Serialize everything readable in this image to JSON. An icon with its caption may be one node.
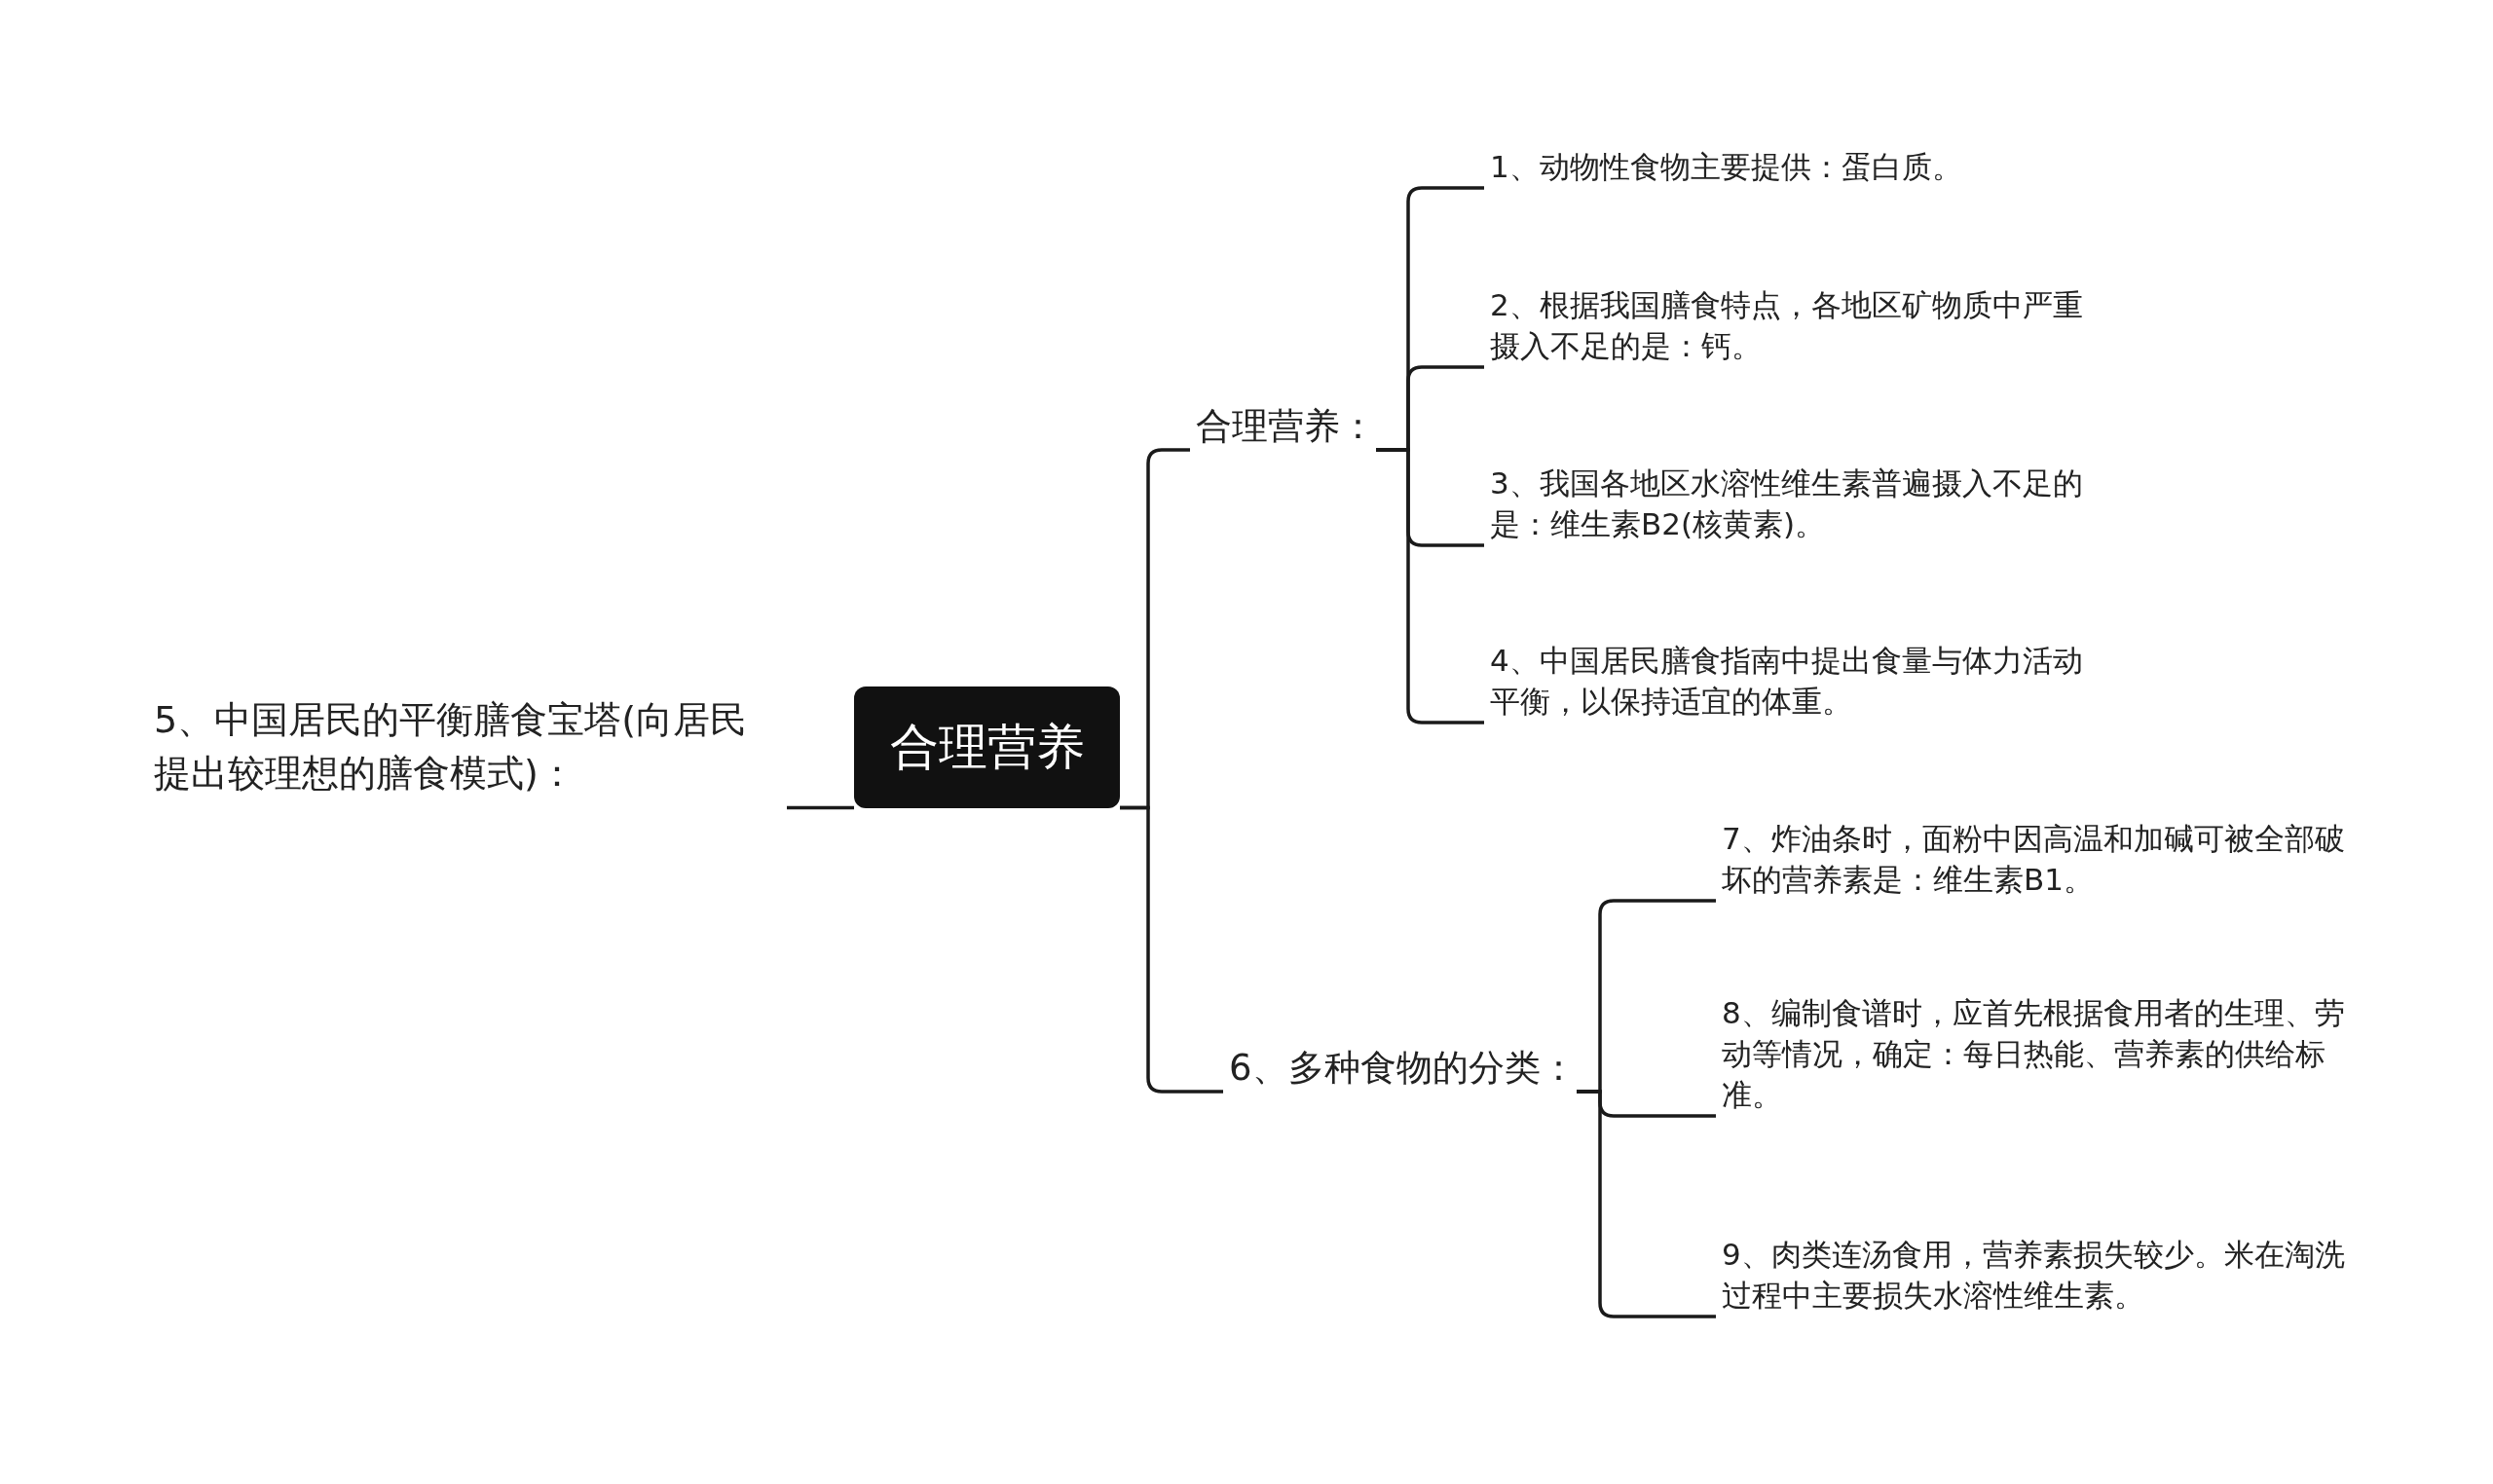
{
  "diagram": {
    "nodes": [
      {
        "text": [
          "合理营养"
        ]
      },
      {
        "text": [
          "合理营养："
        ]
      },
      {
        "text": [
          "1、动物性食物主要提供：蛋白质。"
        ]
      },
      {
        "text": [
          "2、根据我国膳食特点，各地区矿物质中严重摄入不足的是：钙。"
        ]
      },
      {
        "text": [
          "3、我国各地区水溶性维生素普遍摄入不足的是：维生素B2(核黄素)。"
        ]
      },
      {
        "text": [
          "4、中国居民膳食指南中提出食量与体力活动平衡，以保持适宜的体重。"
        ]
      },
      {
        "text": [
          "6、多种食物的分类："
        ]
      },
      {
        "text": [
          "7、炸油条时，面粉中因高温和加碱可被全部破坏的营养素是：维生素B1。"
        ]
      },
      {
        "text": [
          "8、编制食谱时，应首先根据食用者的生理、劳动等情况，确定：每日热能、营养素的供给标准。"
        ]
      },
      {
        "text": [
          "9、肉类连汤食用，营养素损失较少。米在淘洗过程中主要损失水溶性维生素。"
        ]
      },
      {
        "text": [
          "5、中国居民的平衡膳食宝塔(向居民提出较理想的膳食模式)："
        ]
      }
    ],
    "edges": [
      {
        "from": 0,
        "to": 1,
        "arrow": "none"
      },
      {
        "from": 1,
        "to": 2,
        "arrow": "none"
      },
      {
        "from": 1,
        "to": 3,
        "arrow": "none"
      },
      {
        "from": 1,
        "to": 4,
        "arrow": "none"
      },
      {
        "from": 1,
        "to": 5,
        "arrow": "none"
      },
      {
        "from": 0,
        "to": 6,
        "arrow": "none"
      },
      {
        "from": 6,
        "to": 7,
        "arrow": "none"
      },
      {
        "from": 6,
        "to": 8,
        "arrow": "none"
      },
      {
        "from": 6,
        "to": 9,
        "arrow": "none"
      },
      {
        "from": 0,
        "to": 10,
        "arrow": "none"
      }
    ]
  }
}
